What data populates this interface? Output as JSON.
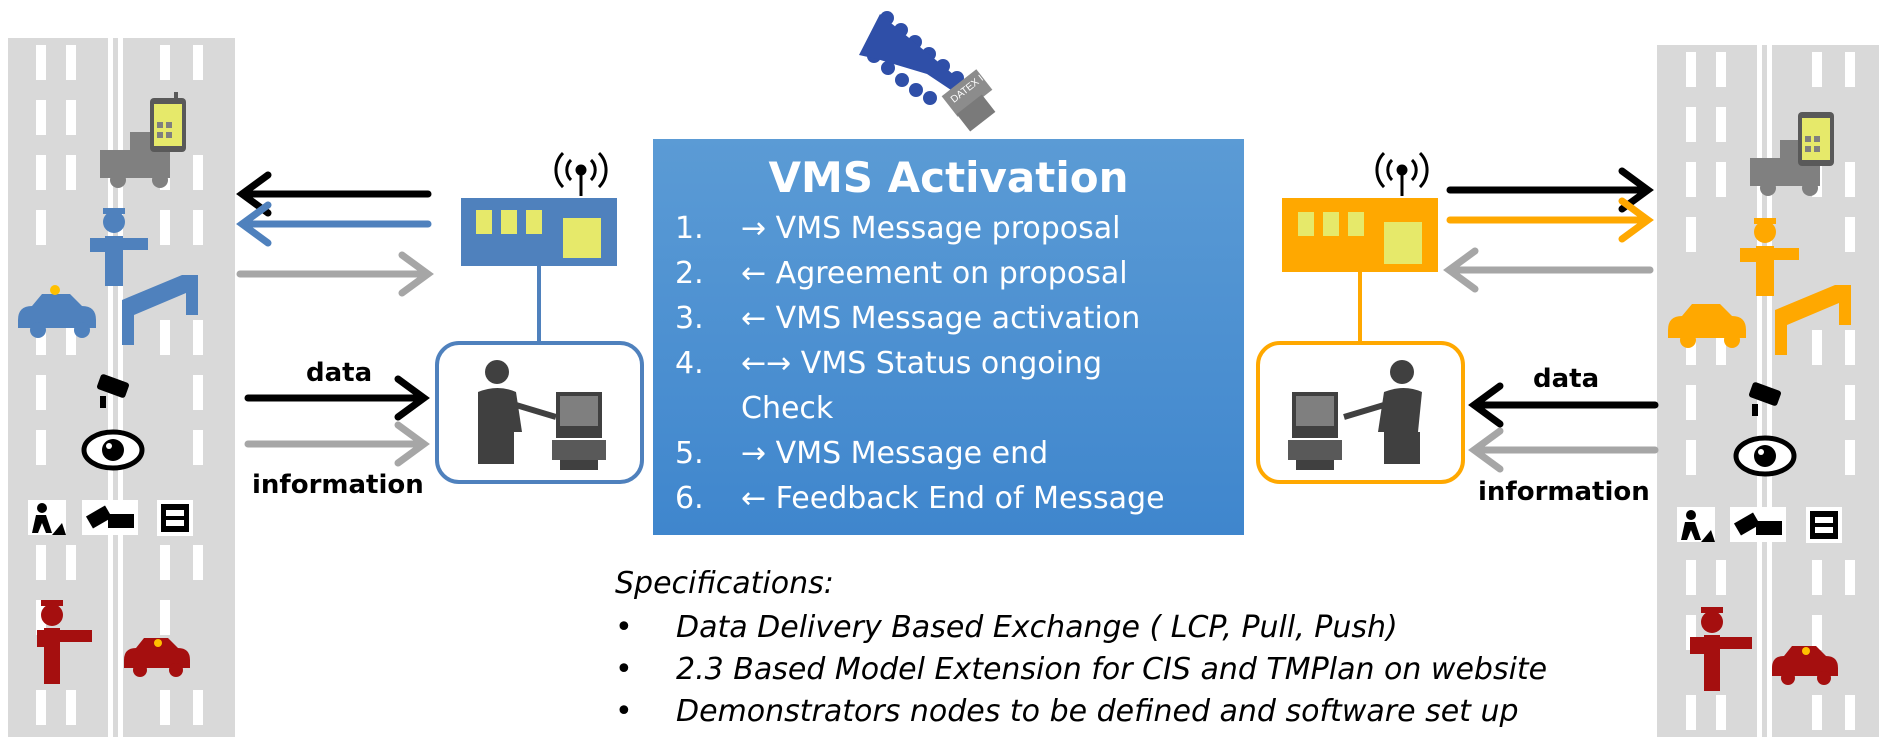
{
  "vms_box": {
    "title": "VMS Activation",
    "steps": [
      {
        "num": "1.",
        "text": "→ VMS Message proposal"
      },
      {
        "num": "2.",
        "text": "← Agreement on proposal"
      },
      {
        "num": "3.",
        "text": "← VMS Message activation"
      },
      {
        "num": "4.",
        "text": "←→ VMS Status ongoing"
      },
      {
        "num": "5.",
        "text": "→ VMS Message end"
      },
      {
        "num": "6.",
        "text": "← Feedback End of Message"
      }
    ],
    "step4_continuation": "Check"
  },
  "labels": {
    "left_data": "data",
    "left_information": "information",
    "right_data": "data",
    "right_information": "information"
  },
  "logo": {
    "text": "DATEX II"
  },
  "specifications": {
    "title": "Specifications:",
    "bullet": "•",
    "items": [
      "Data Delivery Based Exchange ( LCP, Pull, Push)",
      "2.3 Based Model Extension for CIS and TMPlan on website",
      "Demonstrators nodes to be defined and software set up"
    ]
  },
  "colors": {
    "blue_node": "#4f81bd",
    "orange_node": "#ffa800",
    "box_blue": "#5b9bd5",
    "road_gray": "#d9d9d9",
    "arrow_gray": "#a6a6a6",
    "dark_red": "#a50f0f"
  },
  "icons": [
    "wireless-antenna-icon",
    "operator-workstation-icon",
    "truck-with-phone-icon",
    "traffic-officer-icon",
    "car-icon",
    "barrier-icon",
    "camera-icon",
    "eye-icon",
    "roadwork-icon",
    "accident-icon",
    "congestion-icon"
  ]
}
